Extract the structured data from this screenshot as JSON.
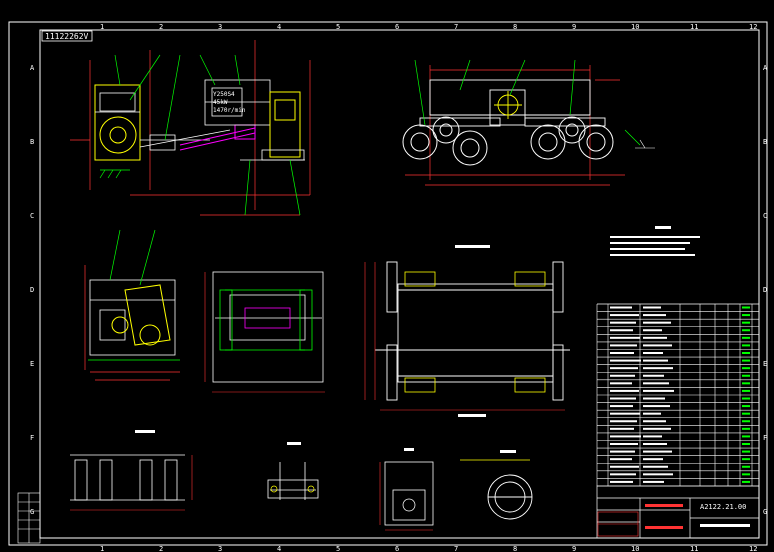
{
  "drawing": {
    "stamp_label": "11122262V",
    "grid_columns": [
      "1",
      "2",
      "3",
      "4",
      "5",
      "6",
      "7",
      "8",
      "9",
      "10",
      "11",
      "12"
    ],
    "grid_rows": [
      "A",
      "B",
      "C",
      "D",
      "E",
      "F",
      "G"
    ],
    "title_block": {
      "drawing_number": "A2122.21.00"
    },
    "motor_label": [
      "Y250S4",
      "45kW",
      "1470r/min"
    ],
    "colors": {
      "background": "#000000",
      "frame": "#ffffff",
      "annotation": "#00ff00",
      "dimension": "#ff3333",
      "part": "#ffffff",
      "highlight": "#ffff00",
      "detail": "#ff00ff",
      "cyan": "#00ffff"
    }
  }
}
